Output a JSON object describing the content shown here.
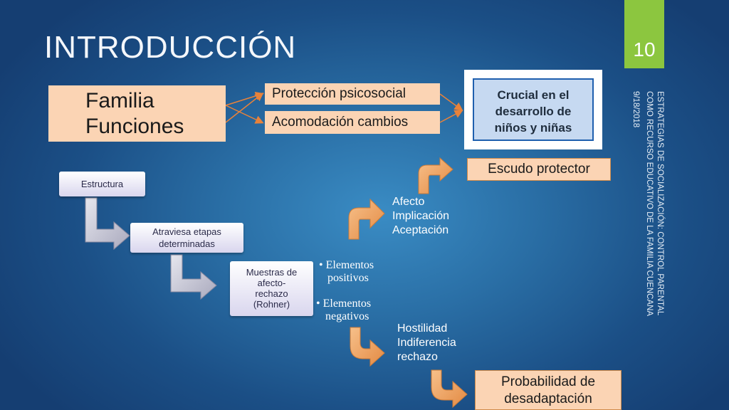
{
  "slide": {
    "title": "INTRODUCCIÓN",
    "number": "10",
    "footer_lines": [
      "ESTRATEGIAS DE SOCIALIZACIÓN: CONTROL PARENTAL",
      "COMO RECURSO EDUCATIVO DE LA FAMILIA CUENCANA"
    ],
    "date": "9/18/2018"
  },
  "top_row": {
    "familia_lines": [
      "Familia",
      "Funciones"
    ],
    "proteccion": "Protección  psicosocial",
    "acomodacion": "Acomodación  cambios",
    "crucial_lines": [
      "Crucial en el",
      "desarrollo de",
      "niños y niñas"
    ]
  },
  "flow": {
    "estructura": "Estructura",
    "atraviesa_lines": [
      "Atraviesa etapas",
      "determinadas"
    ],
    "muestras_lines": [
      "Muestras de",
      "afecto-",
      "rechazo",
      "(Rohner)"
    ]
  },
  "positive": {
    "bullet_lines": [
      "•  Elementos",
      "positivos"
    ],
    "traits": [
      "Afecto",
      "Implicación",
      "Aceptación"
    ],
    "result": "Escudo protector"
  },
  "negative": {
    "bullet_lines": [
      "• Elementos",
      "negativos"
    ],
    "traits": [
      "Hostilidad",
      "Indiferencia",
      "rechazo"
    ],
    "result_lines": [
      "Probabilidad de",
      "desadaptación"
    ]
  },
  "colors": {
    "background": "#2a6fa6",
    "accent_green": "#8cc63f",
    "peach": "#fbd4b4",
    "crucial_fill": "#c6d9f1",
    "arrow_orange": "#f0a35c",
    "bent_arrow_gray": "#c9c9d6"
  }
}
